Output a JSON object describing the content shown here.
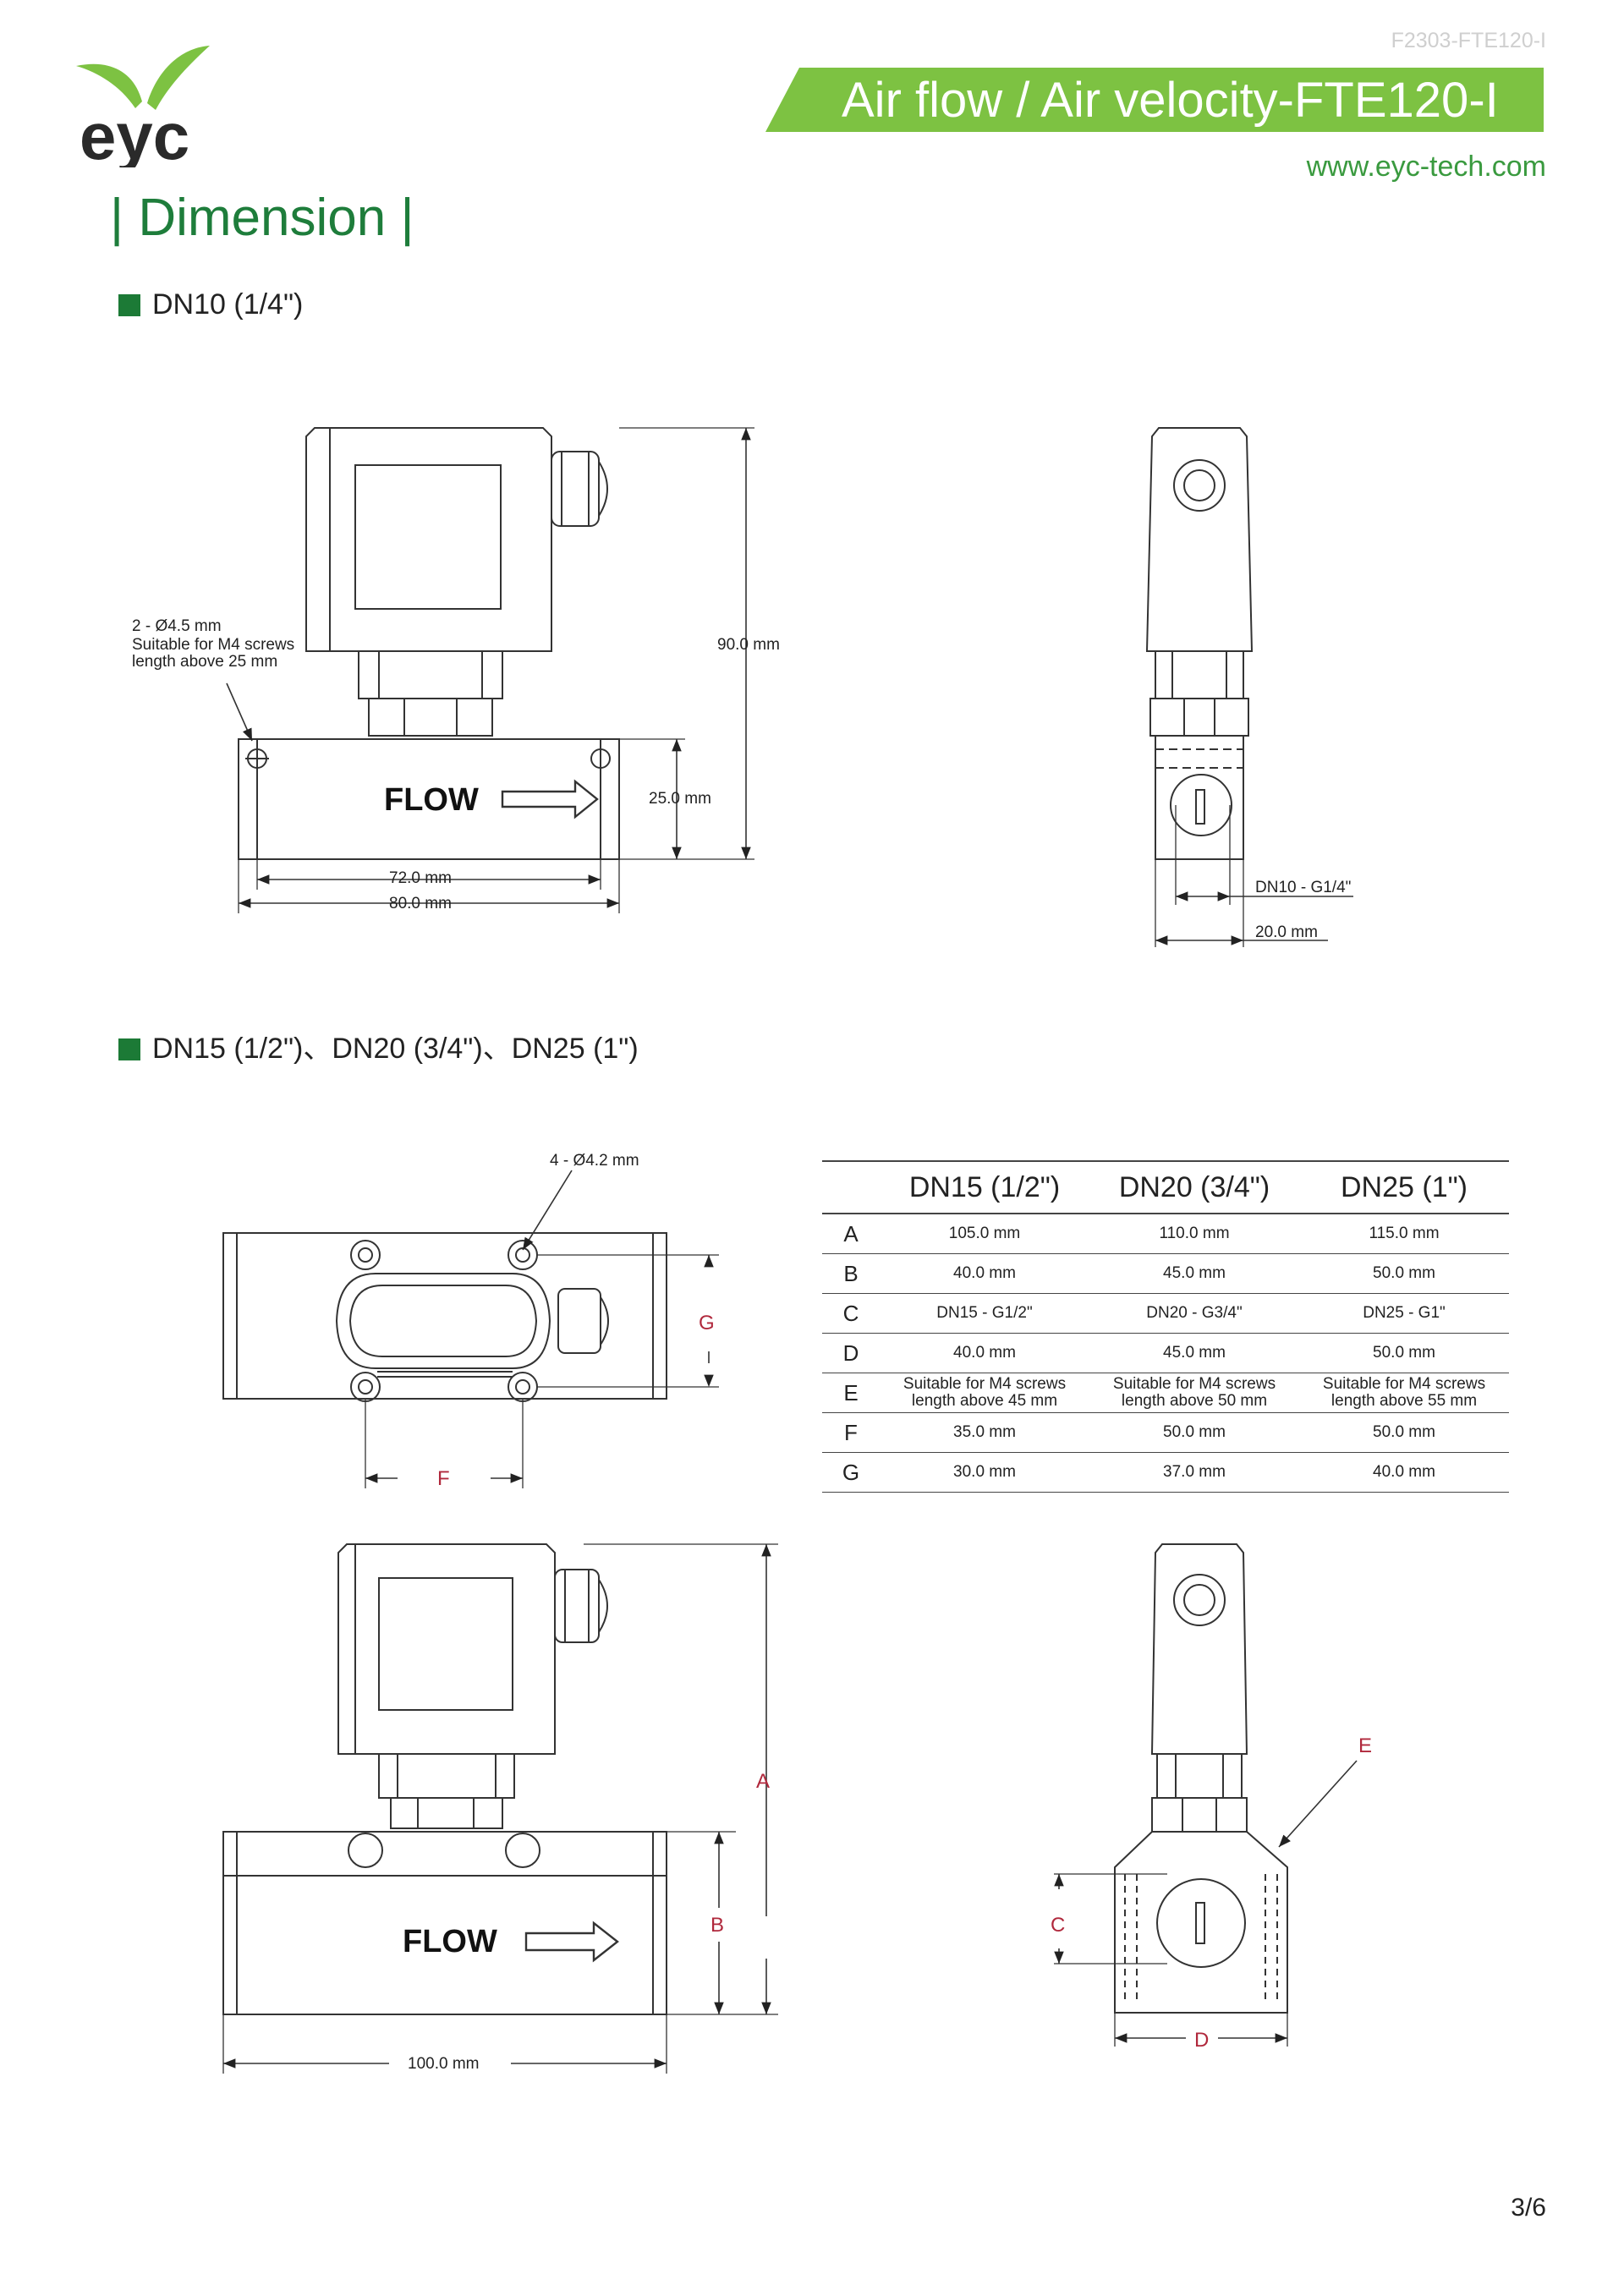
{
  "header": {
    "doc_code": "F2303-FTE120-I",
    "logo_text": "eyc",
    "product_title": "Air flow / Air velocity-FTE120-I",
    "website": "www.eyc-tech.com",
    "page_heading": "| Dimension |"
  },
  "colors": {
    "brand_green": "#7dc242",
    "heading_green": "#1e7d3b",
    "square_green": "#1c7a36",
    "dim_red": "#b0283c"
  },
  "section1": {
    "title": "DN10 (1/4\")",
    "flow_label": "FLOW",
    "screw_note": [
      "2 - Ø4.5 mm",
      "Suitable for M4 screws",
      "length above 25 mm"
    ],
    "dims": {
      "height": "90.0 mm",
      "body_height": "25.0 mm",
      "hole_spacing": "72.0 mm",
      "length": "80.0 mm",
      "thread": "DN10 - G1/4\"",
      "width": "20.0 mm"
    }
  },
  "section2": {
    "title": "DN15 (1/2\")、DN20 (3/4\")、DN25 (1\")",
    "hole_label": "4 - Ø4.2 mm",
    "flow_label": "FLOW",
    "length_label": "100.0 mm",
    "letters": {
      "A": "A",
      "B": "B",
      "C": "C",
      "D": "D",
      "E": "E",
      "F": "F",
      "G": "G"
    },
    "table": {
      "headers": [
        "",
        "DN15 (1/2\")",
        "DN20 (3/4\")",
        "DN25 (1\")"
      ],
      "rows": [
        {
          "label": "A",
          "cells": [
            "105.0 mm",
            "110.0 mm",
            "115.0 mm"
          ]
        },
        {
          "label": "B",
          "cells": [
            "40.0 mm",
            "45.0 mm",
            "50.0 mm"
          ]
        },
        {
          "label": "C",
          "cells": [
            "DN15 - G1/2\"",
            "DN20 - G3/4\"",
            "DN25 - G1\""
          ]
        },
        {
          "label": "D",
          "cells": [
            "40.0 mm",
            "45.0 mm",
            "50.0 mm"
          ]
        },
        {
          "label": "E",
          "cells": [
            "Suitable for M4 screws length above 45 mm",
            "Suitable for M4 screws length above 50 mm",
            "Suitable for M4 screws length above 55 mm"
          ]
        },
        {
          "label": "F",
          "cells": [
            "35.0 mm",
            "50.0 mm",
            "50.0 mm"
          ]
        },
        {
          "label": "G",
          "cells": [
            "30.0 mm",
            "37.0 mm",
            "40.0 mm"
          ]
        }
      ]
    }
  },
  "footer": {
    "page": "3/6"
  }
}
